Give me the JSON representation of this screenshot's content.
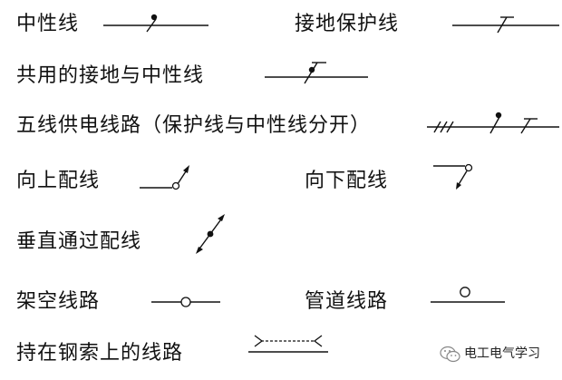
{
  "legend": {
    "neutral_line": "中性线",
    "ground_protection_line": "接地保护线",
    "shared_ground_neutral_line": "共用的接地与中性线",
    "five_wire_circuit": "五线供电线路（保护线与中性线分开）",
    "wiring_up": "向上配线",
    "wiring_down": "向下配线",
    "vertical_through_wiring": "垂直通过配线",
    "overhead_line": "架空线路",
    "conduit_line": "管道线路",
    "steel_cable_line": "持在钢索上的线路"
  },
  "watermark": {
    "text": "电工电气学习",
    "icon": "wechat-icon"
  },
  "colors": {
    "ink": "#111111",
    "background": "#ffffff"
  }
}
